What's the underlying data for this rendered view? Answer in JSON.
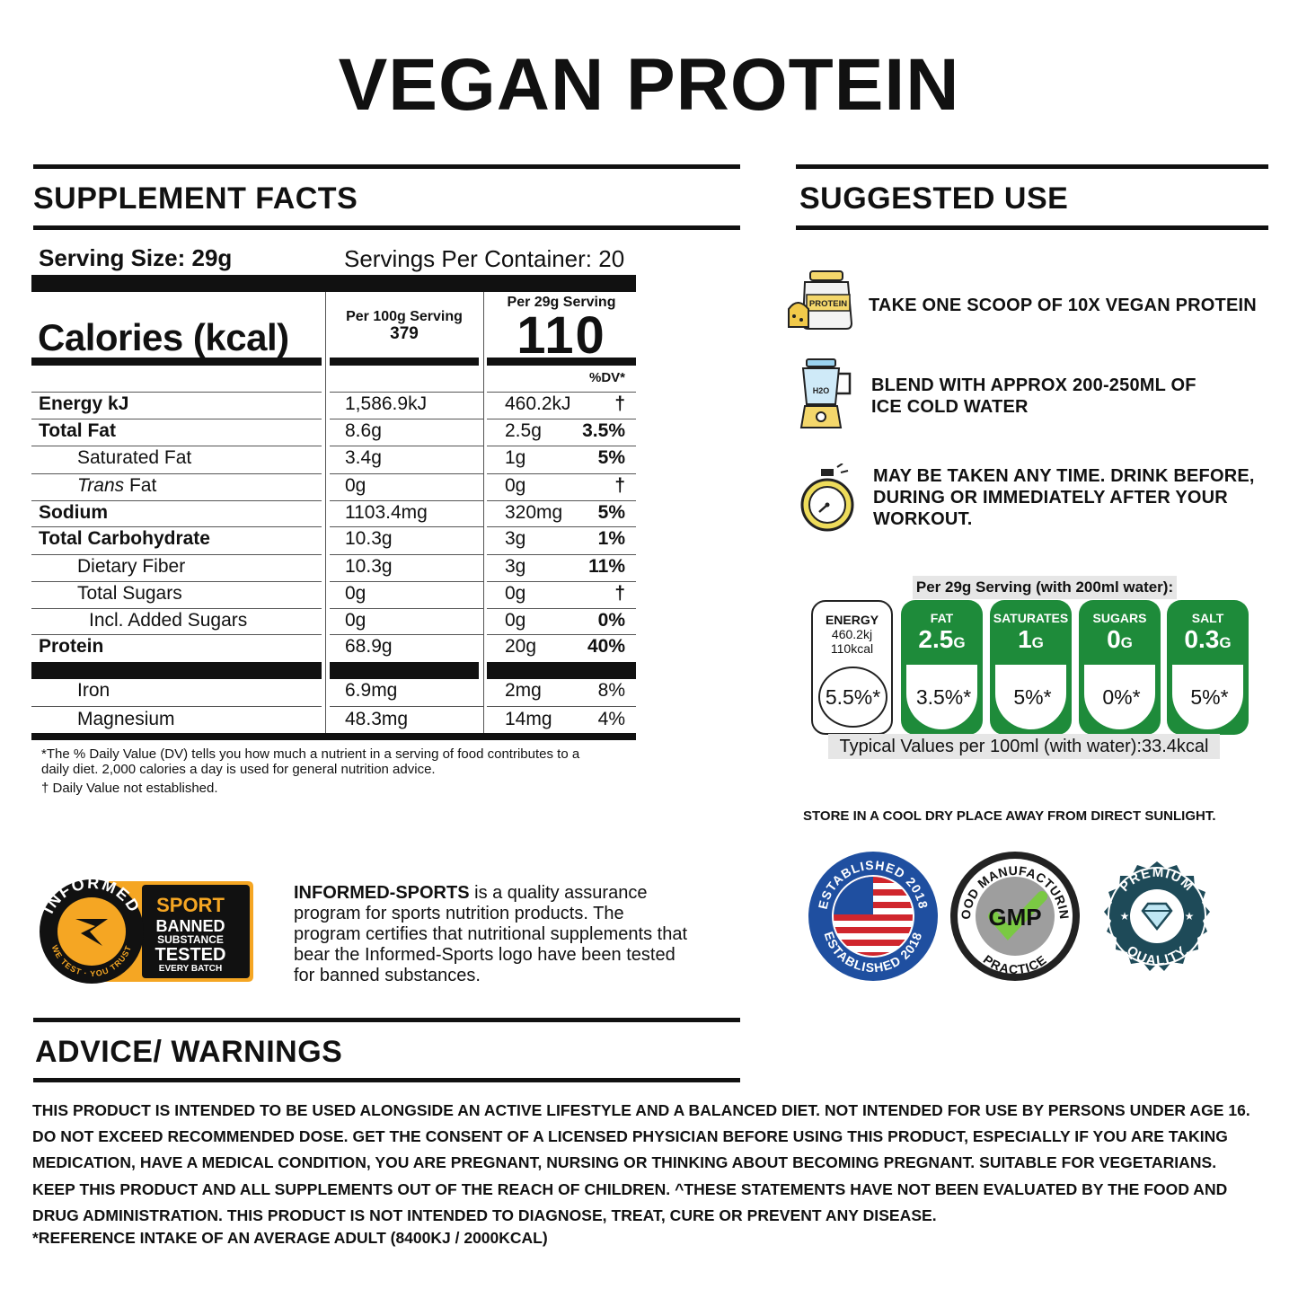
{
  "title": "VEGAN PROTEIN",
  "facts": {
    "heading": "SUPPLEMENT FACTS",
    "serving_size": "Serving Size: 29g",
    "servings_per_container": "Servings Per Container: 20",
    "calories_label": "Calories (kcal)",
    "col_100g": "Per 100g Serving",
    "cal_100g": "379",
    "col_29g": "Per 29g Serving",
    "cal_29g": "110",
    "dv_header": "%DV*",
    "rows": [
      {
        "name": "Energy kJ",
        "v100": "1,586.9kJ",
        "v29": "460.2kJ",
        "dv": "†"
      },
      {
        "name": "Total Fat",
        "v100": "8.6g",
        "v29": "2.5g",
        "dv": "3.5%"
      },
      {
        "name": "Saturated Fat",
        "v100": "3.4g",
        "v29": "1g",
        "dv": "5%"
      },
      {
        "name_italic": "Trans",
        "name": " Fat",
        "v100": "0g",
        "v29": "0g",
        "dv": "†"
      },
      {
        "name": "Sodium",
        "v100": "1103.4mg",
        "v29": "320mg",
        "dv": "5%"
      },
      {
        "name": "Total Carbohydrate",
        "v100": "10.3g",
        "v29": "3g",
        "dv": "1%"
      },
      {
        "name": "Dietary Fiber",
        "v100": "10.3g",
        "v29": "3g",
        "dv": "11%"
      },
      {
        "name": "Total Sugars",
        "v100": "0g",
        "v29": "0g",
        "dv": "†"
      },
      {
        "name": "Incl. Added Sugars",
        "v100": "0g",
        "v29": "0g",
        "dv": "0%"
      },
      {
        "name": "Protein",
        "v100": "68.9g",
        "v29": "20g",
        "dv": "40%"
      },
      {
        "name": "Iron",
        "v100": "6.9mg",
        "v29": "2mg",
        "dv": "8%"
      },
      {
        "name": "Magnesium",
        "v100": "48.3mg",
        "v29": "14mg",
        "dv": "4%"
      }
    ],
    "footnote_1": "*The % Daily Value (DV) tells you how much a nutrient in a serving of food contributes to a",
    "footnote_2": "daily diet. 2,000 calories a day is used for general nutrition advice.",
    "footnote_3": "† Daily Value not established."
  },
  "use": {
    "heading": "SUGGESTED USE",
    "steps": [
      {
        "text": "TAKE ONE SCOOP OF 10X VEGAN PROTEIN",
        "icon": "protein-tub-icon"
      },
      {
        "text_1": "BLEND WITH APPROX 200-250ML OF",
        "text_2": "ICE COLD WATER",
        "icon": "blender-icon"
      },
      {
        "text_1": "MAY BE TAKEN ANY TIME. DRINK BEFORE,",
        "text_2": "DURING OR IMMEDIATELY AFTER YOUR",
        "text_3": "WORKOUT.",
        "icon": "stopwatch-icon"
      }
    ],
    "icon_labels": {
      "protein": "PROTEIN",
      "water": "H2O"
    }
  },
  "traffic": {
    "header": "Per 29g Serving (with 200ml water):",
    "energy": {
      "name": "ENERGY",
      "kj": "460.2kj",
      "kcal": "110kcal",
      "pct": "5.5%*"
    },
    "tiles": [
      {
        "name": "FAT",
        "value": "2.5",
        "unit": "G",
        "pct": "3.5%*"
      },
      {
        "name": "SATURATES",
        "value": "1",
        "unit": "G",
        "pct": "5%*"
      },
      {
        "name": "SUGARS",
        "value": "0",
        "unit": "G",
        "pct": "0%*"
      },
      {
        "name": "SALT",
        "value": "0.3",
        "unit": "G",
        "pct": "5%*"
      }
    ],
    "footer": "Typical Values per 100ml (with water):33.4kcal",
    "color_green": "#1e8b3a"
  },
  "store": "STORE IN A COOL DRY PLACE AWAY FROM DIRECT SUNLIGHT.",
  "badges": {
    "established_top": "ESTABLISHED 2018",
    "established_bottom": "ESTABLISHED 2018",
    "gmp_top": "GOOD MANUFACTURING",
    "gmp_center": "GMP",
    "gmp_bottom": "PRACTICE",
    "premium_top": "PREMIUM",
    "premium_bottom": "QUALITY"
  },
  "informed": {
    "ring_top": "INFORMED",
    "ring_bottom": "WE TEST · YOU TRUST",
    "sport": "SPORT",
    "banned": "BANNED",
    "substance": "SUBSTANCE",
    "tested": "TESTED",
    "every_batch": "EVERY BATCH",
    "desc_bold": "INFORMED-SPORTS",
    "desc_rest": " is a quality assurance program for sports nutrition products. The program certifies that nutritional supplements that bear the Informed-Sports logo have been tested for banned substances.",
    "color_orange": "#f5a623"
  },
  "advice": {
    "heading": "ADVICE/ WARNINGS",
    "line_1": "THIS PRODUCT IS INTENDED TO BE USED ALONGSIDE AN ACTIVE LIFESTYLE AND A BALANCED DIET. NOT INTENDED FOR USE BY PERSONS UNDER AGE 16.",
    "line_2": "DO NOT EXCEED RECOMMENDED DOSE. GET THE CONSENT OF A LICENSED PHYSICIAN BEFORE USING THIS PRODUCT, ESPECIALLY IF YOU ARE TAKING",
    "line_3": "MEDICATION, HAVE A MEDICAL CONDITION, YOU ARE PREGNANT, NURSING OR THINKING ABOUT BECOMING PREGNANT. SUITABLE FOR VEGETARIANS.",
    "line_4": "KEEP THIS PRODUCT AND ALL SUPPLEMENTS OUT OF THE REACH OF CHILDREN. ^THESE STATEMENTS HAVE NOT BEEN EVALUATED BY THE FOOD AND",
    "line_5": "DRUG ADMINISTRATION. THIS PRODUCT IS NOT INTENDED TO DIAGNOSE, TREAT, CURE OR PREVENT ANY DISEASE.",
    "reference": "*REFERENCE INTAKE OF AN AVERAGE ADULT (8400KJ / 2000KCAL)"
  }
}
